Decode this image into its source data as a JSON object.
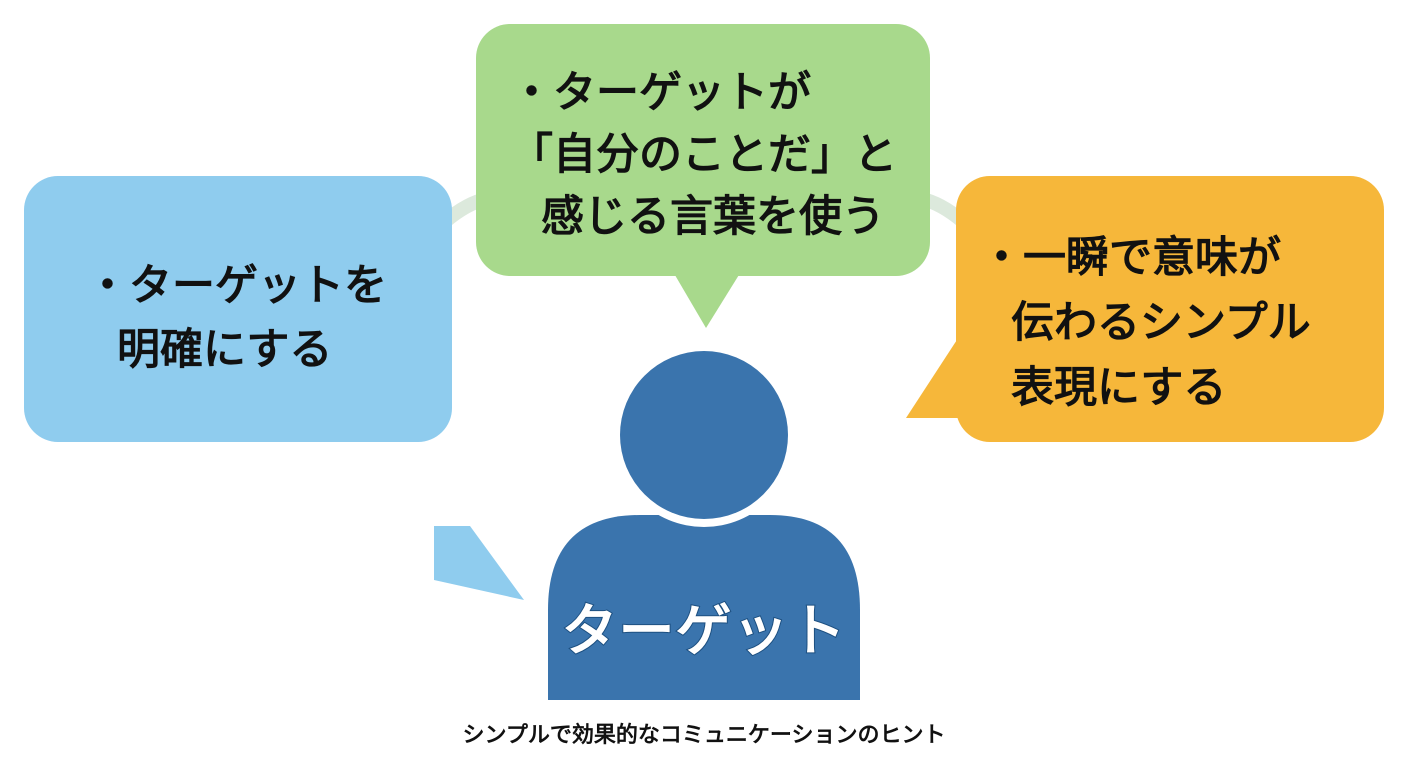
{
  "colors": {
    "left_bubble": "#8fccee",
    "center_bubble": "#a8d98c",
    "right_bubble": "#f6b73a",
    "person": "#3a74ad",
    "connector": "#dce9dc"
  },
  "left_bubble": {
    "lines": [
      "・ターゲットを",
      "明確にする"
    ]
  },
  "center_bubble": {
    "lines": [
      "・ターゲットが",
      "「自分のことだ」と",
      "感じる言葉を使う"
    ]
  },
  "right_bubble": {
    "lines": [
      "・一瞬で意味が",
      "伝わるシンプル",
      "表現にする"
    ]
  },
  "person": {
    "icon": "person-icon",
    "label": "ターゲット"
  },
  "caption": "シンプルで効果的なコミュニケーションのヒント"
}
